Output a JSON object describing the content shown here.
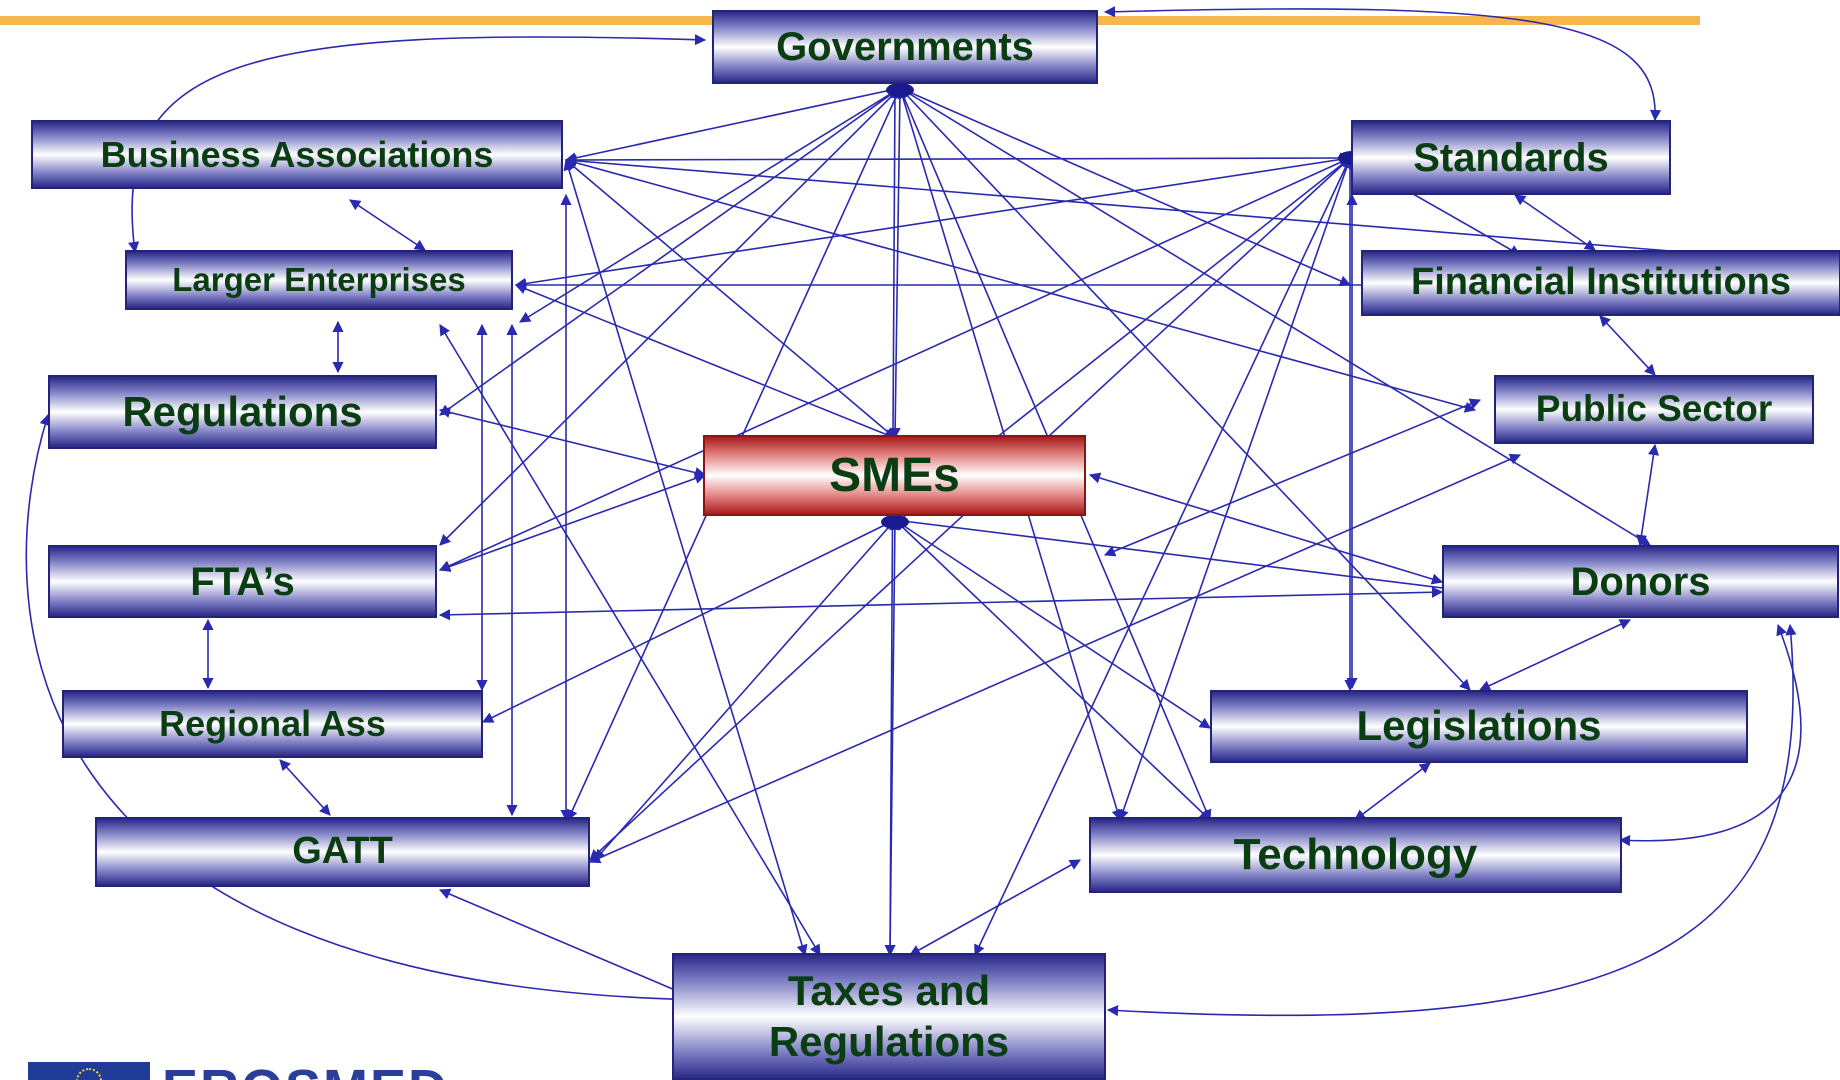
{
  "diagram": {
    "center": "SMEs",
    "nodes": {
      "governments": "Governments",
      "business_associations": "Business Associations",
      "standards": "Standards",
      "larger_enterprises": "Larger Enterprises",
      "financial_institutions": "Financial Institutions",
      "regulations": "Regulations",
      "public_sector": "Public Sector",
      "smes": "SMEs",
      "ftas": "FTA’s",
      "donors": "Donors",
      "regional_ass": "Regional Ass",
      "legislations": "Legislations",
      "gatt": "GATT",
      "technology": "Technology",
      "taxes_line1": "Taxes and",
      "taxes_line2": "Regulations"
    }
  },
  "footer": {
    "logo_text": "EROSMED"
  },
  "colors": {
    "node_border": "#23237a",
    "node_text": "#0b3d12",
    "center_fill": "#a81c1c",
    "arrow": "#2a2ab0",
    "rule": "#f7b64d"
  }
}
